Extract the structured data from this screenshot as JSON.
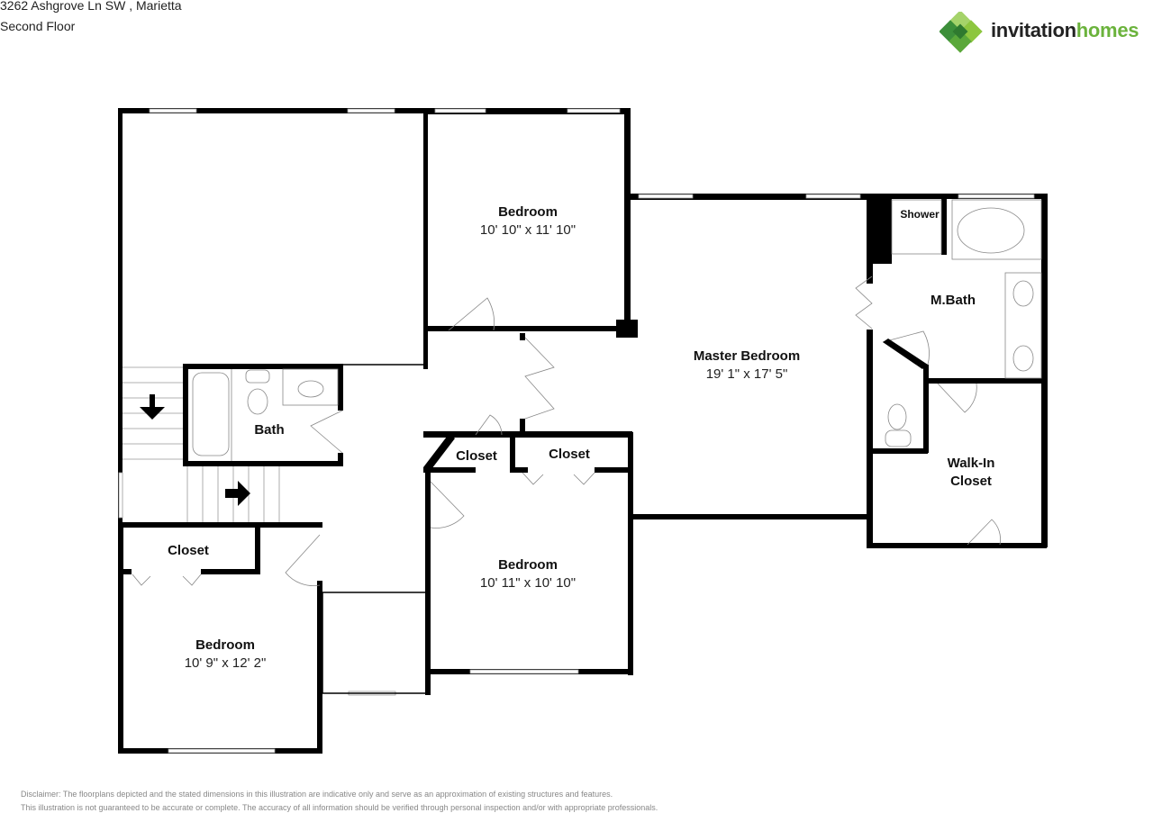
{
  "header": {
    "address": "3262 Ashgrove Ln SW , Marietta",
    "floor": "Second Floor"
  },
  "logo": {
    "word1": "invitation",
    "word2": "homes",
    "icon": "clover-diamond-logo-icon",
    "colors": {
      "light_green": "#8dc63f",
      "mid_green": "#6bb33c",
      "dark_green": "#3c8f3a"
    }
  },
  "rooms": [
    {
      "id": "bedroom-2",
      "name": "Bedroom",
      "dims": "10' 10\" x 11' 10\""
    },
    {
      "id": "master-bedroom",
      "name": "Master Bedroom",
      "dims": "19' 1\" x 17' 5\""
    },
    {
      "id": "master-bath",
      "name": "M.Bath",
      "dims": ""
    },
    {
      "id": "shower",
      "name": "Shower",
      "dims": ""
    },
    {
      "id": "bath",
      "name": "Bath",
      "dims": ""
    },
    {
      "id": "closet-hall-1",
      "name": "Closet",
      "dims": ""
    },
    {
      "id": "closet-hall-2",
      "name": "Closet",
      "dims": ""
    },
    {
      "id": "bedroom-3",
      "name": "Bedroom",
      "dims": "10' 11\" x 10' 10\""
    },
    {
      "id": "walk-in-closet",
      "name": "Walk-In\nCloset",
      "dims": ""
    },
    {
      "id": "closet-bedroom-4",
      "name": "Closet",
      "dims": ""
    },
    {
      "id": "bedroom-4",
      "name": "Bedroom",
      "dims": "10' 9\" x 12' 2\""
    }
  ],
  "labels": {
    "walkin_line1": "Walk-In",
    "walkin_line2": "Closet"
  },
  "disclaimer": {
    "line1": "Disclaimer: The floorplans depicted and the stated dimensions in this illustration are indicative only and serve as an approximation of existing structures and features.",
    "line2": "This illustration is not guaranteed to be accurate or complete. The accuracy of all information should be verified through personal inspection and/or with appropriate professionals."
  },
  "colors": {
    "wall": "#000000",
    "fixture": "#888888",
    "window": "#ffffff"
  }
}
